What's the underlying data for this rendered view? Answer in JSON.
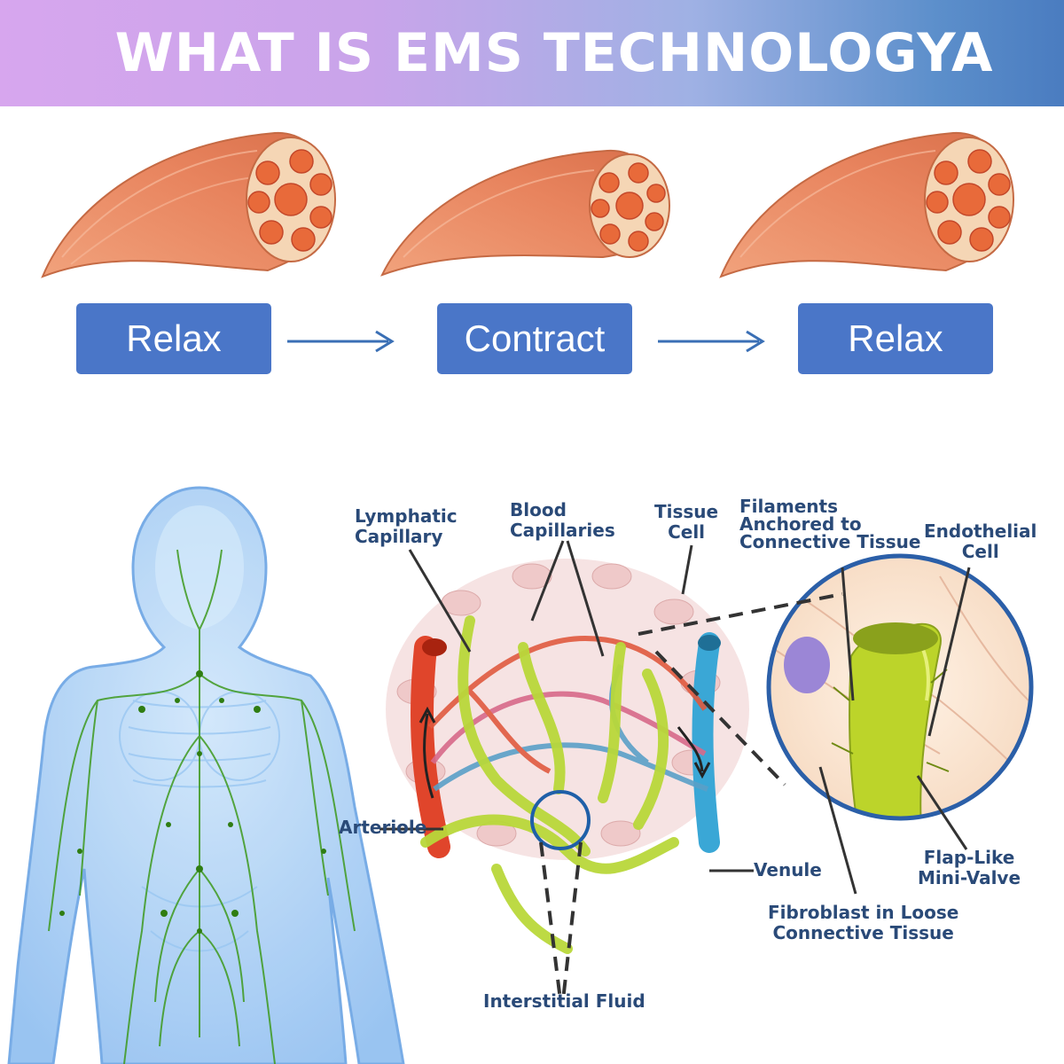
{
  "header": {
    "title": "WHAT IS EMS TECHNOLOGYA"
  },
  "stages": [
    {
      "label": "Relax"
    },
    {
      "label": "Contract"
    },
    {
      "label": "Relax"
    }
  ],
  "labels": {
    "lymphatic_capillary": "Lymphatic\nCapillary",
    "blood_capillaries": "Blood\nCapillaries",
    "tissue_cell": "Tissue\nCell",
    "filaments": "Filaments\nAnchored to\nConnective Tissue",
    "endothelial_cell": "Endothelial\nCell",
    "arteriole": "Arteriole",
    "venule": "Venule",
    "flap_valve": "Flap-Like\nMini-Valve",
    "fibroblast": "Fibroblast in Loose\nConnective Tissue",
    "interstitial_fluid": "Interstitial Fluid"
  },
  "colors": {
    "stage_box": "#4a76c8",
    "arrow": "#3a6fb5",
    "muscle": "#e8845e",
    "artery": "#e0452b",
    "vein": "#3aa7d6",
    "lymph": "#b9d83a",
    "label_text": "#2a4a78"
  }
}
